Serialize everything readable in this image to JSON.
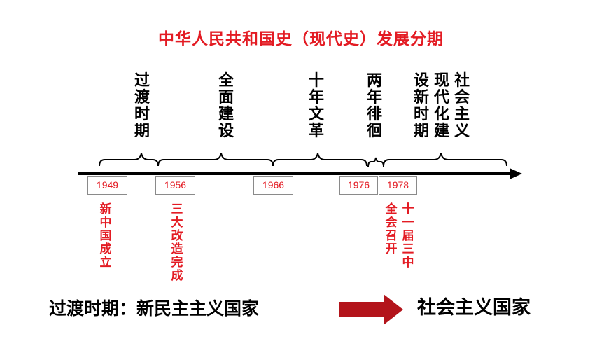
{
  "title": "中华人民共和国史（现代史）发展分期",
  "periods": {
    "transition": "过渡时期",
    "construction": "全面建设",
    "cultural_revolution": "十年文革",
    "wandering": "两年徘徊",
    "modernization_col1": "社会主义",
    "modernization_col2": "现代化建",
    "modernization_col3": "设新时期"
  },
  "years": [
    "1949",
    "1956",
    "1966",
    "1976",
    "1978"
  ],
  "events": {
    "founding": "新中国成立",
    "transformation": "三大改造完成",
    "plenum_col1": "十一届三中",
    "plenum_col2": "全会召开"
  },
  "bottom": {
    "left": "过渡时期：新民主主义国家",
    "right": "社会主义国家"
  },
  "colors": {
    "accent_red": "#e31b23",
    "arrow_dark_red": "#b3141b",
    "text": "#000000"
  }
}
